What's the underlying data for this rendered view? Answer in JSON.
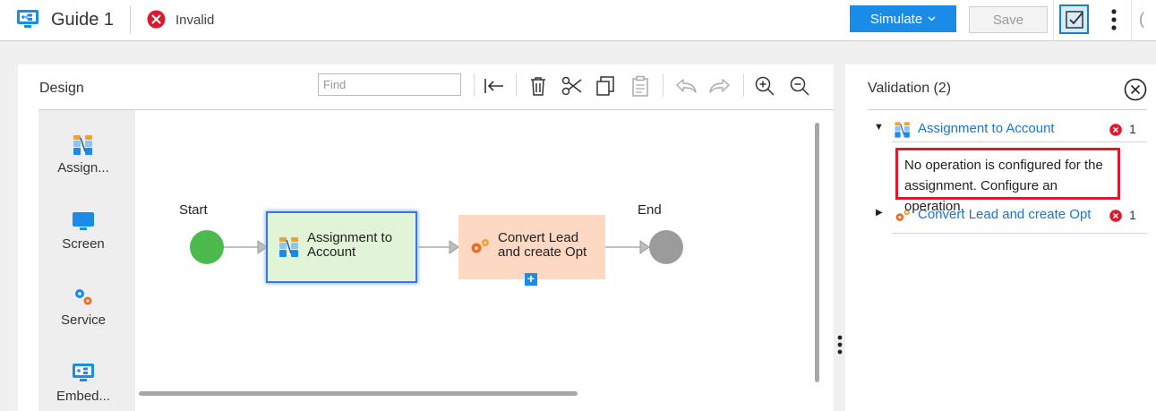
{
  "header": {
    "title": "Guide 1",
    "status": "Invalid",
    "simulate_label": "Simulate",
    "save_label": "Save",
    "edge_text": "("
  },
  "design": {
    "title": "Design",
    "find_placeholder": "Find",
    "palette": [
      {
        "label": "Assign..."
      },
      {
        "label": "Screen"
      },
      {
        "label": "Service"
      },
      {
        "label": "Embed..."
      }
    ],
    "flow": {
      "start_label": "Start",
      "end_label": "End",
      "assign_node": "Assignment to Account",
      "assign_line1": "Assignment to",
      "assign_line2": "Account",
      "convert_line1": "Convert Lead",
      "convert_line2": "and create Opt",
      "add_symbol": "+"
    }
  },
  "validation": {
    "title": "Validation (2)",
    "items": [
      {
        "name": "Assignment to Account",
        "count": "1",
        "expanded": true,
        "message_line1": "No operation is configured for the",
        "message_line2": "assignment. Configure an operation."
      },
      {
        "name": "Convert Lead and create Opt",
        "count": "1",
        "expanded": false
      }
    ]
  },
  "colors": {
    "accent": "#1a8be6",
    "error": "#e0182d",
    "start_node": "#4cba4c",
    "end_node": "#9b9b9b",
    "assign_fill": "#e1f4d8",
    "service_fill": "#fdd8c2",
    "link": "#1577d0"
  },
  "icons": {
    "app": "guide-icon",
    "status": "error-circle-icon",
    "validate": "checkbox-icon",
    "more": "vertical-dots-icon"
  }
}
